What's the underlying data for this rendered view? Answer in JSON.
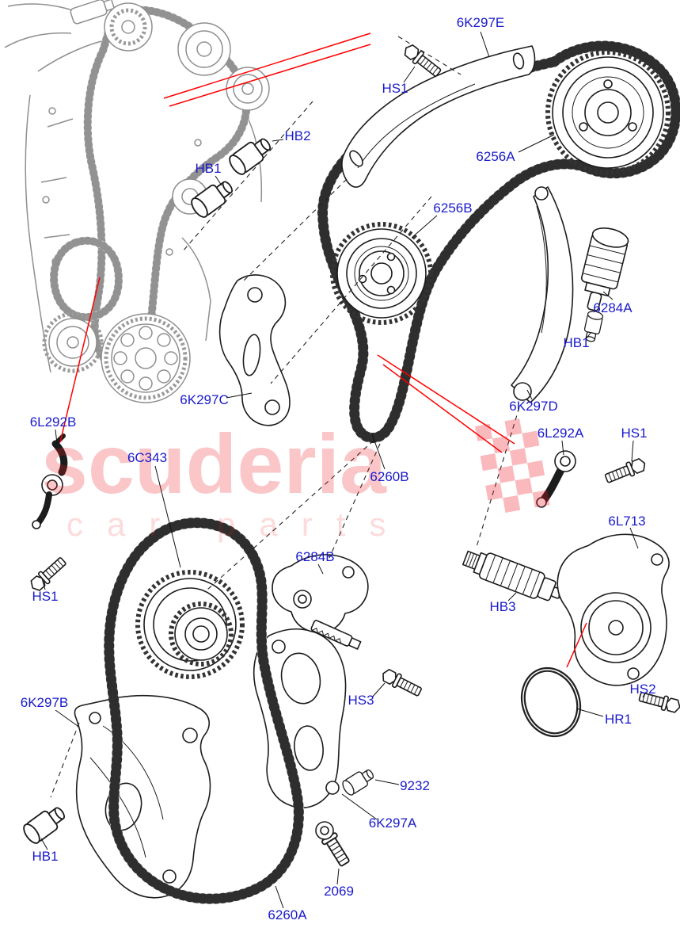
{
  "colors": {
    "label": "#1a1acc",
    "callout": "#ff0000",
    "watermark": "#ed1c24"
  },
  "watermark": {
    "brand": "scuderia",
    "tagline": "car parts"
  },
  "labels": [
    {
      "id": "6K297E-top-guide",
      "text": "6K297E"
    },
    {
      "id": "HS1-top",
      "text": "HS1"
    },
    {
      "id": "HB2",
      "text": "HB2"
    },
    {
      "id": "HB1-top",
      "text": "HB1"
    },
    {
      "id": "6256A",
      "text": "6256A"
    },
    {
      "id": "6256B",
      "text": "6256B"
    },
    {
      "id": "6284A",
      "text": "6284A"
    },
    {
      "id": "HB1-right",
      "text": "HB1"
    },
    {
      "id": "6K297D",
      "text": "6K297D"
    },
    {
      "id": "6L292A",
      "text": "6L292A"
    },
    {
      "id": "HS1-right",
      "text": "HS1"
    },
    {
      "id": "6L292B",
      "text": "6L292B"
    },
    {
      "id": "6C343",
      "text": "6C343"
    },
    {
      "id": "6260B",
      "text": "6260B"
    },
    {
      "id": "6K297C",
      "text": "6K297C"
    },
    {
      "id": "6L713",
      "text": "6L713"
    },
    {
      "id": "6284B",
      "text": "6284B"
    },
    {
      "id": "HB3",
      "text": "HB3"
    },
    {
      "id": "HS1-left",
      "text": "HS1"
    },
    {
      "id": "HS3",
      "text": "HS3"
    },
    {
      "id": "HS2",
      "text": "HS2"
    },
    {
      "id": "HR1",
      "text": "HR1"
    },
    {
      "id": "6K297B",
      "text": "6K297B"
    },
    {
      "id": "9232",
      "text": "9232"
    },
    {
      "id": "6K297A",
      "text": "6K297A"
    },
    {
      "id": "HB1-bottom",
      "text": "HB1"
    },
    {
      "id": "2069",
      "text": "2069"
    },
    {
      "id": "6260A",
      "text": "6260A"
    }
  ]
}
